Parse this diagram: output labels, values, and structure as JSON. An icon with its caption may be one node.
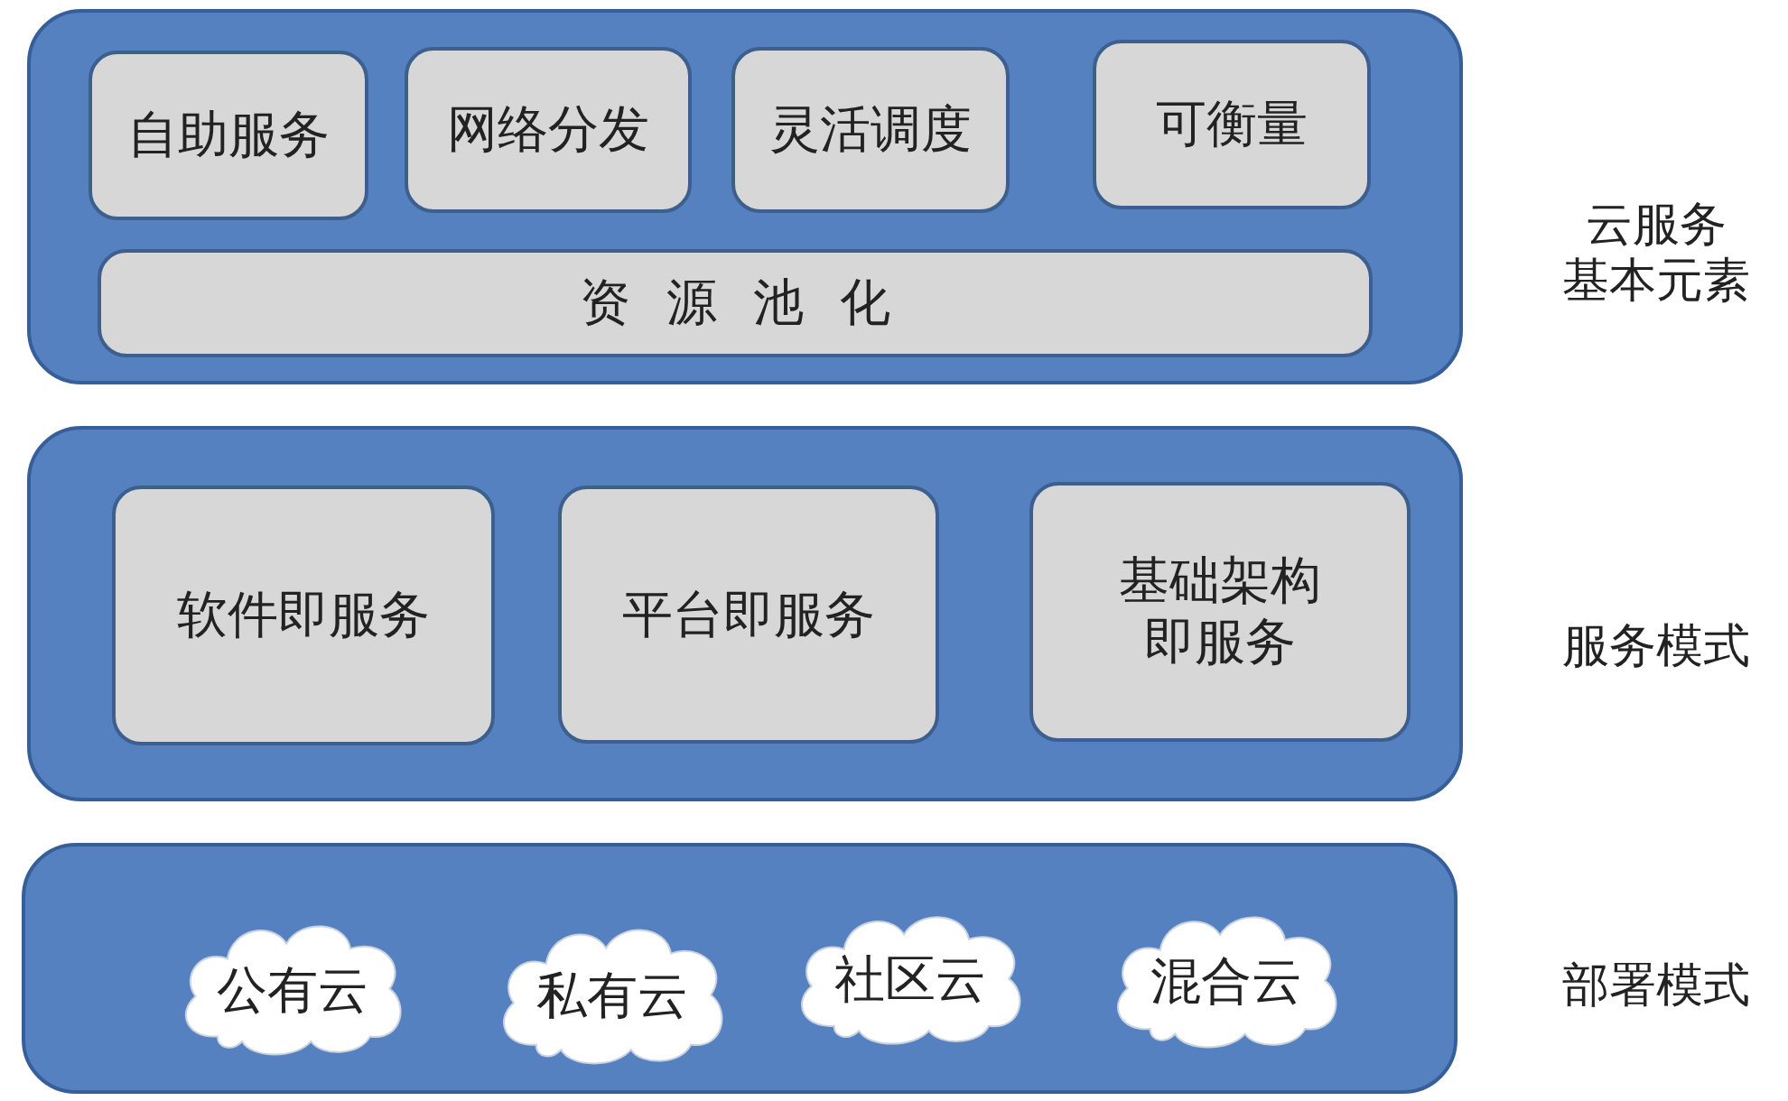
{
  "diagram": {
    "nodes": [
      {
        "text": [
          "云服务基本元素"
        ]
      },
      {
        "text": [
          "自助服务"
        ],
        "in": 0
      },
      {
        "text": [
          "网络分发"
        ],
        "in": 0
      },
      {
        "text": [
          "灵活调度"
        ],
        "in": 0
      },
      {
        "text": [
          "可衡量"
        ],
        "in": 0
      },
      {
        "text": [
          "资源池化"
        ],
        "in": 0
      },
      {
        "text": [
          "服务模式"
        ]
      },
      {
        "text": [
          "软件即服务"
        ],
        "in": 6
      },
      {
        "text": [
          "平台即服务"
        ],
        "in": 6
      },
      {
        "text": [
          "基础架构即服务"
        ],
        "in": 6
      },
      {
        "text": [
          "部署模式"
        ]
      },
      {
        "text": [
          "公有云"
        ],
        "in": 10
      },
      {
        "text": [
          "私有云"
        ],
        "in": 10
      },
      {
        "text": [
          "社区云"
        ],
        "in": 10
      },
      {
        "text": [
          "混合云"
        ],
        "in": 10
      }
    ]
  }
}
